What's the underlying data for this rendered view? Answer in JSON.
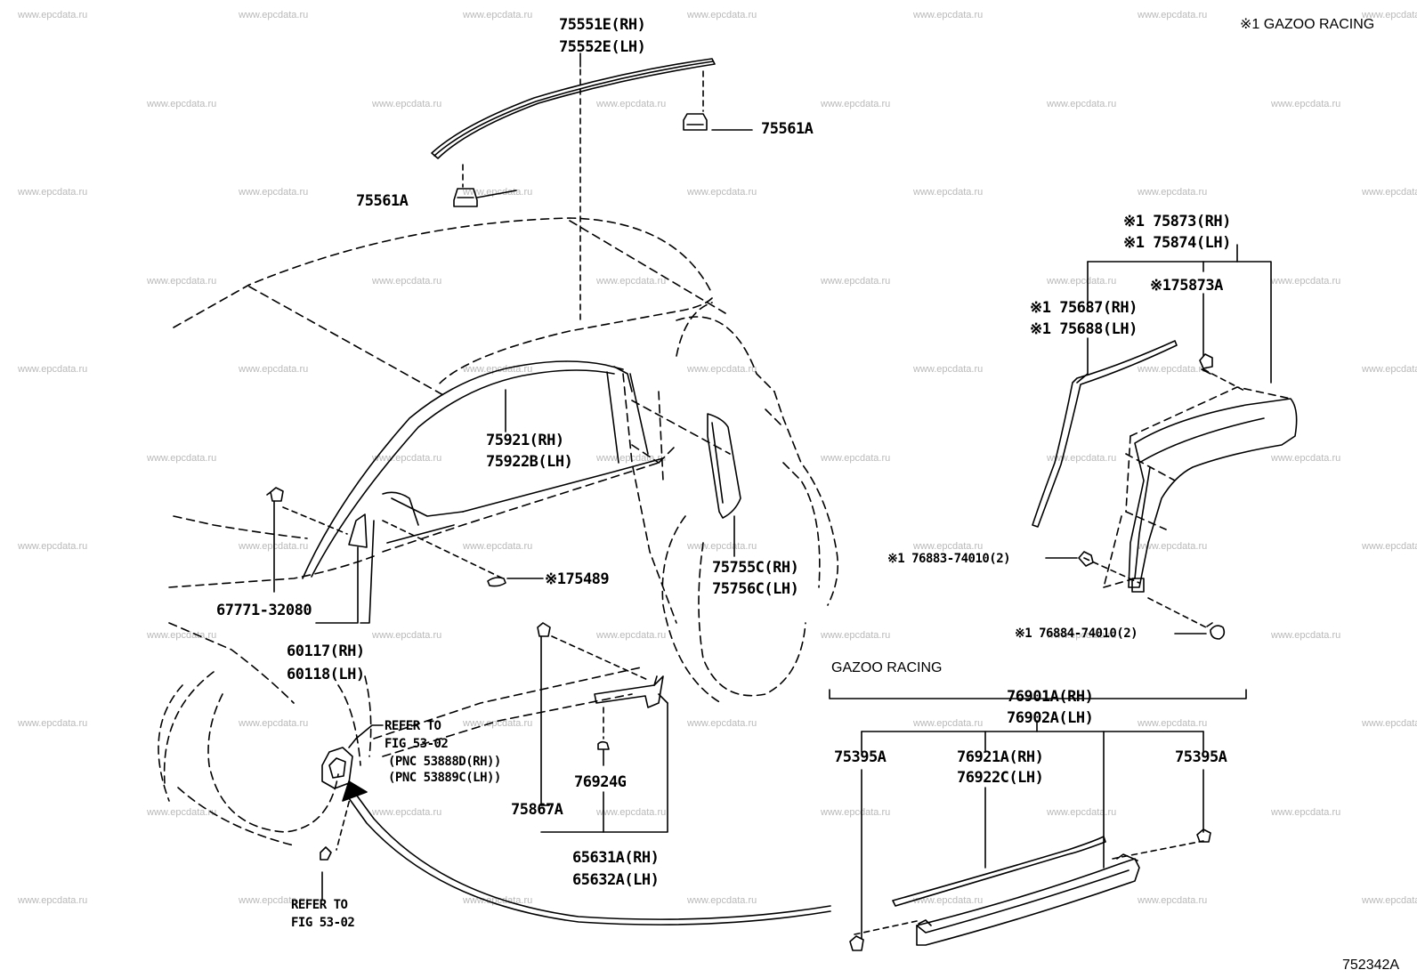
{
  "watermark": "www.epcdata.ru",
  "header_note": "※1 GAZOO RACING",
  "diagram_id": "752342A",
  "gazoo_section_title": "GAZOO RACING",
  "labels": {
    "roof_mould_rh": "75551E(RH)",
    "roof_mould_lh": "75552E(LH)",
    "clip_right": "75561A",
    "clip_left": "75561A",
    "pillar_mould_rh": "75921(RH)",
    "pillar_mould_lh": "75922B(LH)",
    "spoiler_rh": "※1 75873(RH)",
    "spoiler_lh": "※1 75874(LH)",
    "spoiler_clip": "※175873A",
    "spoiler_mould_rh": "※1 75687(RH)",
    "spoiler_mould_lh": "※1 75688(LH)",
    "emblem": "※175489",
    "quarter_rh": "75755C(RH)",
    "quarter_lh": "75756C(LH)",
    "screw_1": "※1 76883-74010(2)",
    "screw_2": "※1 76884-74010(2)",
    "clip_67771": "67771-32080",
    "garnish_rh": "60117(RH)",
    "garnish_lh": "60118(LH)",
    "refer_to_1": "REFER TO",
    "fig_53_02_1": "FIG 53-02",
    "pnc_rh": "(PNC 53888D(RH))",
    "pnc_lh": "(PNC 53889C(LH))",
    "refer_to_2": "REFER TO",
    "fig_53_02_2": "FIG 53-02",
    "nut_76924g": "76924G",
    "clip_75867a": "75867A",
    "mud_guard_rh": "65631A(RH)",
    "mud_guard_lh": "65632A(LH)",
    "rocker_rh": "76901A(RH)",
    "rocker_lh": "76902A(LH)",
    "clip_75395a_left": "75395A",
    "clip_75395a_right": "75395A",
    "rocker_mould_rh": "76921A(RH)",
    "rocker_mould_lh": "76922C(LH)"
  }
}
